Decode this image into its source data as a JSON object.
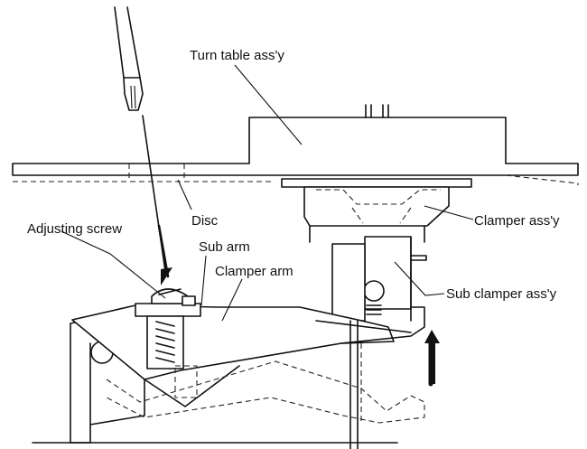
{
  "diagram": {
    "labels": {
      "turn_table": "Turn table ass'y",
      "disc": "Disc",
      "clamper_assy": "Clamper ass'y",
      "adjusting_screw": "Adjusting screw",
      "sub_arm": "Sub arm",
      "clamper_arm": "Clamper arm",
      "sub_clamper": "Sub clamper ass'y"
    },
    "icons": [
      "screwdriver-icon",
      "arrow-down-icon",
      "arrow-up-icon",
      "spring-icon"
    ]
  }
}
